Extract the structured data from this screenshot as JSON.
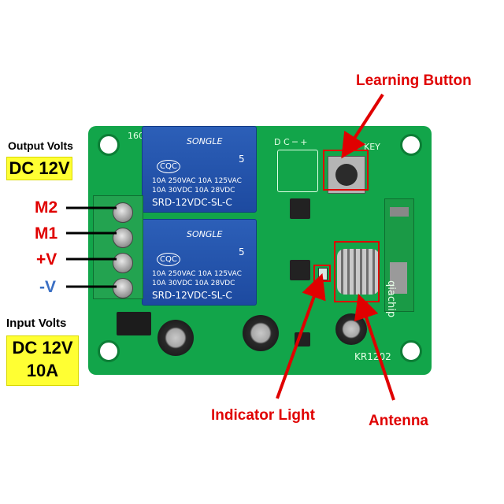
{
  "left_labels": {
    "output_header": "Output Volts",
    "output_value": "DC 12V",
    "terminals": [
      {
        "label": "M2",
        "color": "#e00000"
      },
      {
        "label": "M1",
        "color": "#e00000"
      },
      {
        "label": "+V",
        "color": "#e00000"
      },
      {
        "label": "-V",
        "color": "#3a6fc4"
      }
    ],
    "input_header": "Input Volts",
    "input_value_line1": "DC 12V",
    "input_value_line2": "10A"
  },
  "callouts": {
    "learning_button": "Learning Button",
    "indicator_light": "Indicator Light",
    "antenna": "Antenna"
  },
  "board": {
    "relay_brand": "SONGLE",
    "relay_rating_1": "10A 250VAC  10A 125VAC",
    "relay_rating_2": "10A  30VDC  10A  28VDC",
    "relay_model": "SRD-12VDC-SL-C",
    "relay_number": "5",
    "relay_cert": "CQC",
    "silk_key": "KEY",
    "silk_160": "160",
    "silk_model": "KR1202",
    "silk_brand": "qiachip",
    "silk_pins": "D C ─ +"
  },
  "colors": {
    "pcb": "#12a54a",
    "relay": "#1d4aa0",
    "callout_red": "#e00000",
    "highlight_yellow": "#ffff33"
  }
}
